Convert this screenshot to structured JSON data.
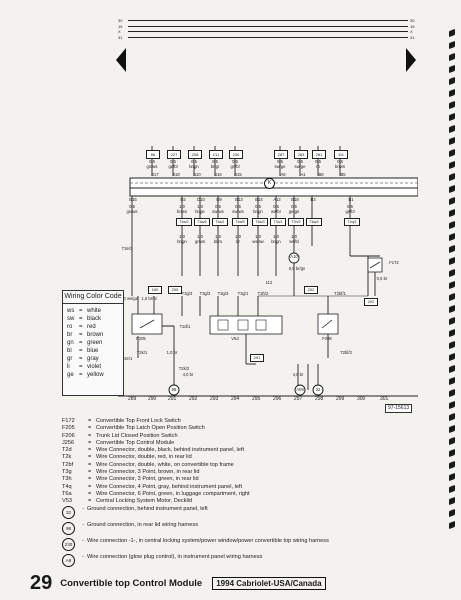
{
  "top_rails": {
    "left_labels": [
      "30",
      "15",
      "X",
      "31"
    ],
    "right_labels": [
      "30",
      "15",
      "X",
      "31"
    ]
  },
  "fuse_row": {
    "connectors": [
      "66",
      "227",
      "208",
      "211",
      "230",
      "287",
      "283",
      "281",
      "111"
    ],
    "wires": [
      {
        "size": "0,5",
        "color": "gn/ws"
      },
      {
        "size": "0,5",
        "color": "ge/bl"
      },
      {
        "size": "0,5",
        "color": "br/gn"
      },
      {
        "size": "0,5",
        "color": "br/gr"
      },
      {
        "size": "0,5",
        "color": "gn/bl"
      },
      {
        "size": "0,5",
        "color": "sw/ge"
      },
      {
        "size": "0,5",
        "color": "sw/ge"
      },
      {
        "size": "0,5",
        "color": "ro"
      },
      {
        "size": "0,5",
        "color": "br/ws"
      }
    ],
    "terminals": [
      "B17",
      "B18",
      "B10",
      "B16",
      "B15",
      "A8",
      "A1",
      "B8",
      "B5"
    ]
  },
  "module_label": "K",
  "module_pins": [
    "B15",
    "D2",
    "D10",
    "D9",
    "B13",
    "B14",
    "A12",
    "B18",
    "B3",
    "B1"
  ],
  "mid_wires": [
    {
      "size": "0,5",
      "color": "gn/ws"
    },
    {
      "size": "1,0",
      "color": "br/ws"
    },
    {
      "size": "1,0",
      "color": "br/ge"
    },
    {
      "size": "0,5",
      "color": "sw/ws"
    },
    {
      "size": "0,5",
      "color": "sw/ws"
    },
    {
      "size": "0,5",
      "color": "br/gn"
    },
    {
      "size": "0,5",
      "color": "ws/br"
    },
    {
      "size": "0,5",
      "color": "ge/gn"
    },
    {
      "size": "0,5",
      "color": "ge/bl"
    }
  ],
  "mid_connectors": [
    "T6a/2",
    "T6a/6",
    "T6a/1",
    "T6a/5",
    "T6a/3",
    "T3h/1",
    "T3h/2",
    "T6a/4",
    "T4q/1"
  ],
  "lower_wires": [
    {
      "size": "1,0",
      "color": "br/gn"
    },
    {
      "size": "1,0",
      "color": "gr/ws"
    },
    {
      "size": "1,0",
      "color": "bl/ro"
    },
    {
      "size": "1,0",
      "color": "br"
    },
    {
      "size": "1,0",
      "color": "ws/sw"
    },
    {
      "size": "1,0",
      "color": "br/gn"
    },
    {
      "size": "1,0",
      "color": "ws/bl"
    }
  ],
  "labels_misc": {
    "a10": "A10",
    "a10_wire": "0,5 br/gn",
    "t3e": "T3e/3",
    "t2e": "T2e/1",
    "t2d": "T2d/1",
    "t3g1": "T3g/3",
    "t3g2": "T3g/3",
    "t3g3": "T3g/3",
    "t3g4": "T3g/1",
    "t3h": "T3h/2",
    "t2bf": "T2bf/1",
    "t2bf2": "T2bf/2",
    "t2k1": "T2k/1",
    "t2k2": "T2k/2",
    "f172": "F172",
    "f205": "F205",
    "f206": "F206",
    "v53": "V53",
    "c160": "160",
    "c205": "205",
    "c202": "202",
    "c202b": "202",
    "c291": "291",
    "c112": "112",
    "left_wire_a": "1,0 ws/ge",
    "left_wire_b": "1,0 br/bl",
    "f205_wire": "1,0 br",
    "f172_wire": "0,5 br",
    "v53_wire": "4,0 br",
    "v53_wire2": "4,0 br"
  },
  "bottom_numbers": [
    "289",
    "290",
    "291",
    "292",
    "293",
    "294",
    "295",
    "296",
    "297",
    "298",
    "299",
    "300",
    "301"
  ],
  "ground_marks": [
    "98",
    "A09",
    "32"
  ],
  "ref_code": "97-15613",
  "wiring_key": {
    "title": "Wiring Color Code",
    "rows": [
      {
        "code": "ws",
        "name": "white"
      },
      {
        "code": "sw",
        "name": "black"
      },
      {
        "code": "ro",
        "name": "red"
      },
      {
        "code": "br",
        "name": "brown"
      },
      {
        "code": "gn",
        "name": "green"
      },
      {
        "code": "bl",
        "name": "blue"
      },
      {
        "code": "gr",
        "name": "gray"
      },
      {
        "code": "li",
        "name": "violet"
      },
      {
        "code": "ge",
        "name": "yellow"
      }
    ]
  },
  "legend": [
    {
      "code": "F172",
      "text": "Convertible Top Front Lock Switch"
    },
    {
      "code": "F205",
      "text": "Convertible Top Latch Open Position Switch"
    },
    {
      "code": "F206",
      "text": "Trunk Lid Closed Position Switch"
    },
    {
      "code": "J256",
      "text": "Convertible Top Control Module"
    },
    {
      "code": "T2d",
      "text": "Wire Connector, double, black, behind instrument panel, left"
    },
    {
      "code": "T2k",
      "text": "Wire Connector, double, red, in rear lid"
    },
    {
      "code": "T2bf",
      "text": "Wire Connector, double, white, on convertible top frame"
    },
    {
      "code": "T3g",
      "text": "Wire Connector, 3 Point, brown, in rear lid"
    },
    {
      "code": "T3h",
      "text": "Wire Connector, 3 Point, green, in rear lid"
    },
    {
      "code": "T4q",
      "text": "Wire Connector, 4 Point, gray, behind instrument panel, left"
    },
    {
      "code": "T6a",
      "text": "Wire Connector, 6 Point, green, in luggage compartment, right"
    },
    {
      "code": "V53",
      "text": "Central Locking System Motor, Decklid"
    }
  ],
  "grounds": [
    {
      "mark": "32",
      "text": "Ground connection, behind instrument panel, left"
    },
    {
      "mark": "98",
      "text": "Ground connection, in rear lid wiring harness"
    },
    {
      "mark": "230",
      "text": "Wire connection -1-, in central locking system/power window/power convertible top wiring harness"
    },
    {
      "mark": "A9",
      "text": "Wire connection (glow plug control), in instrument panel wiring harness"
    }
  ],
  "footer": {
    "page_number": "29",
    "title": "Convertible top Control Module",
    "model": "1994 Cabriolet-USA/Canada"
  }
}
